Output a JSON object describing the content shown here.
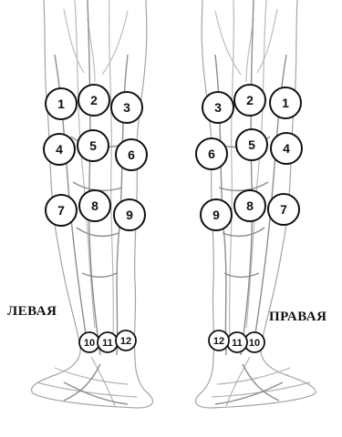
{
  "labels": {
    "left_leg": "ЛЕВАЯ",
    "right_leg": "ПРАВАЯ"
  },
  "left_leg_markers": [
    "1",
    "2",
    "3",
    "4",
    "5",
    "6",
    "7",
    "8",
    "9",
    "10",
    "11",
    "12"
  ],
  "right_leg_markers": [
    "1",
    "2",
    "3",
    "4",
    "5",
    "6",
    "7",
    "8",
    "9",
    "10",
    "11",
    "12"
  ],
  "colors": {
    "leg_line": "#9a9a9a",
    "vein": "#8c8c8c",
    "marker_fill": "#ffffff",
    "marker_stroke": "#111111",
    "marker_text": "#111111"
  }
}
